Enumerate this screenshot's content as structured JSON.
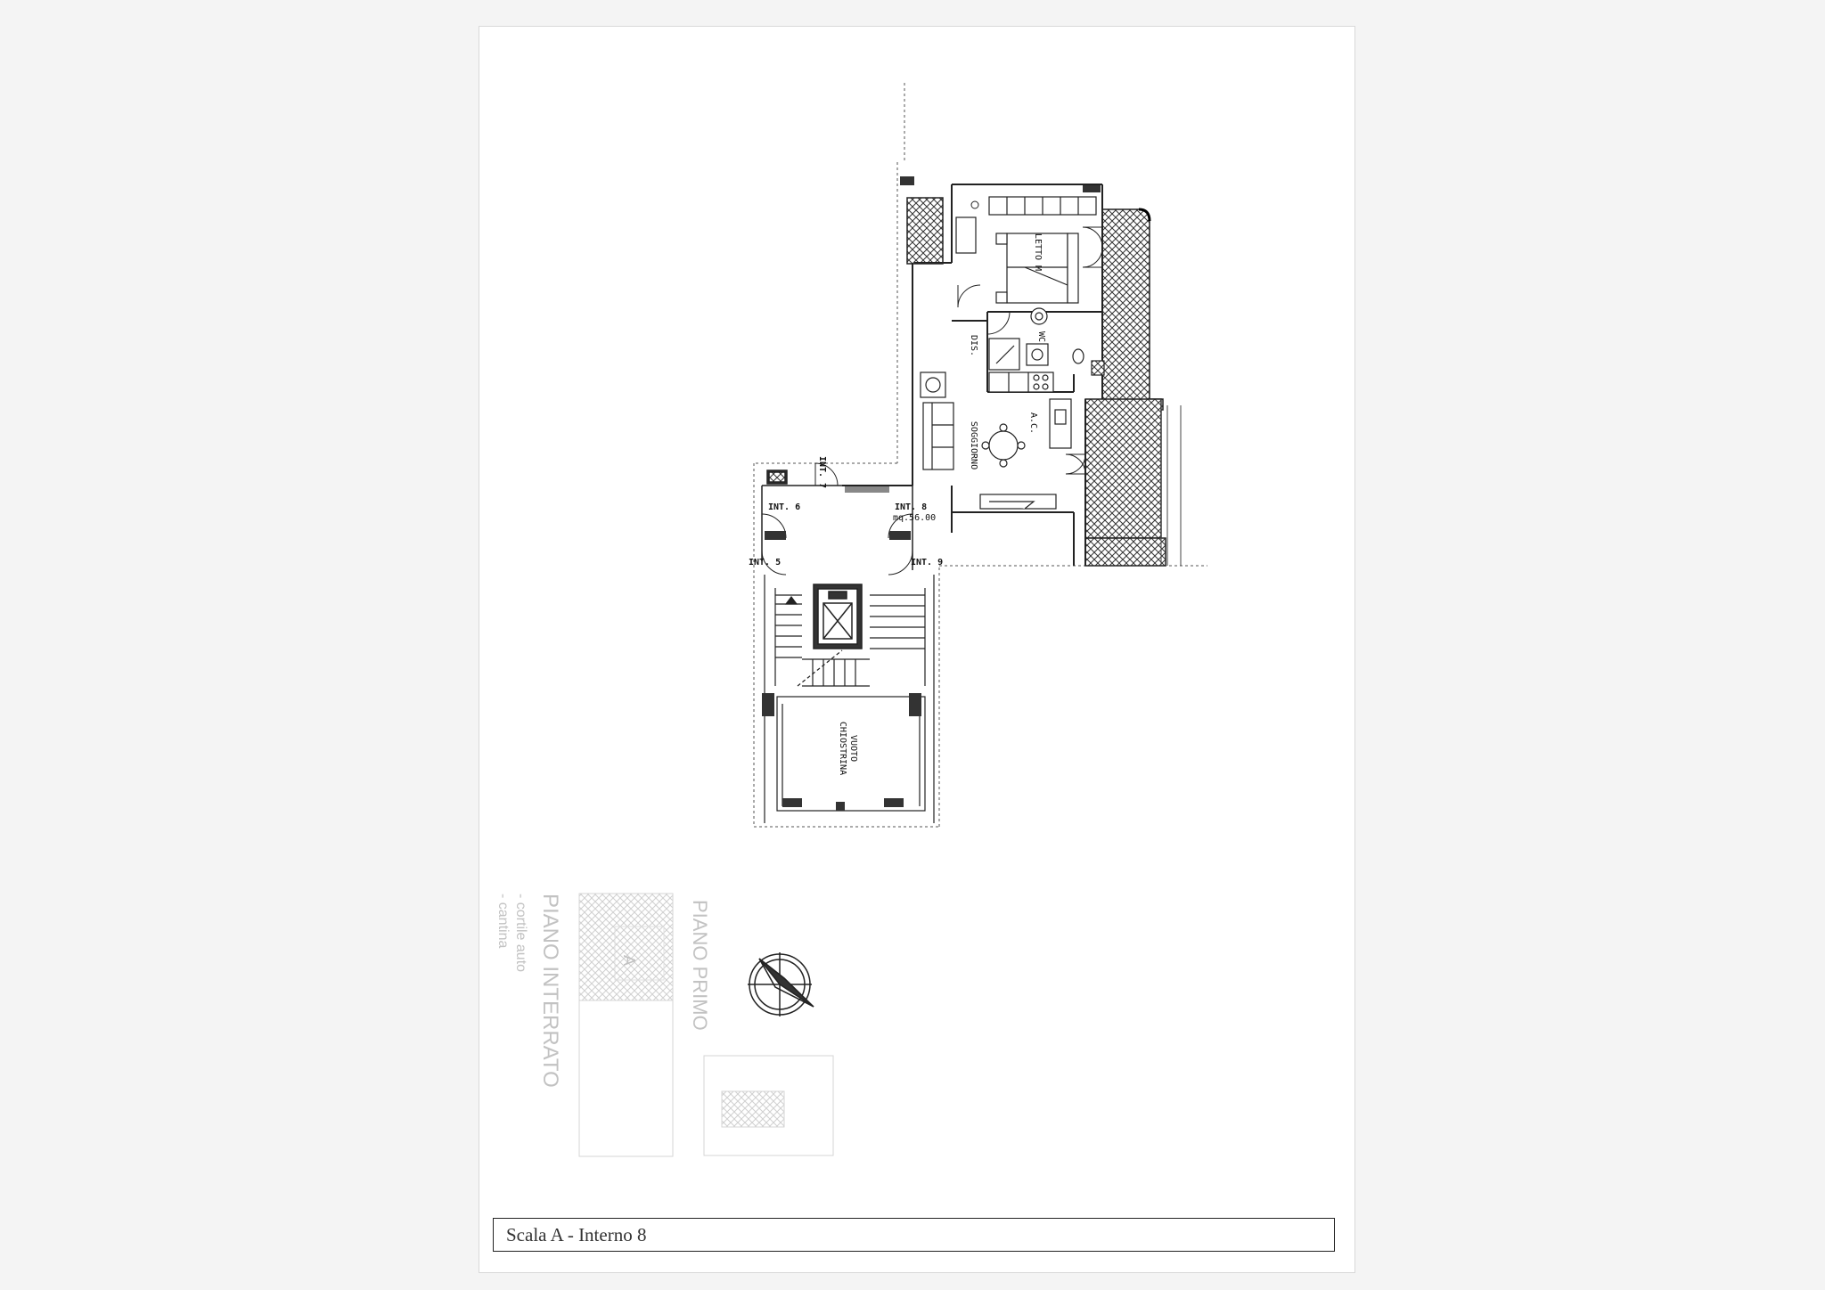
{
  "plan": {
    "caption": "Scala A - Interno 8",
    "rooms": {
      "bedroom": "LETTO M",
      "bathroom": "WC",
      "disimpegno": "DIS.",
      "living": "SOGGIORNO",
      "kitchen": "A.C.",
      "void": "VUOTO\nCHIOSTRINA"
    },
    "units": {
      "int5": "INT. 5",
      "int6": "INT. 6",
      "int7": "INT. 7",
      "int8": "INT. 8",
      "int8_area": "mq.56.00",
      "int9": "INT. 9"
    },
    "key_plan": {
      "title1": "PIANO PRIMO",
      "title2": "PIANO INTERRATO",
      "note1": "- cortile auto",
      "note2": "- cantina",
      "unit": "A"
    }
  }
}
